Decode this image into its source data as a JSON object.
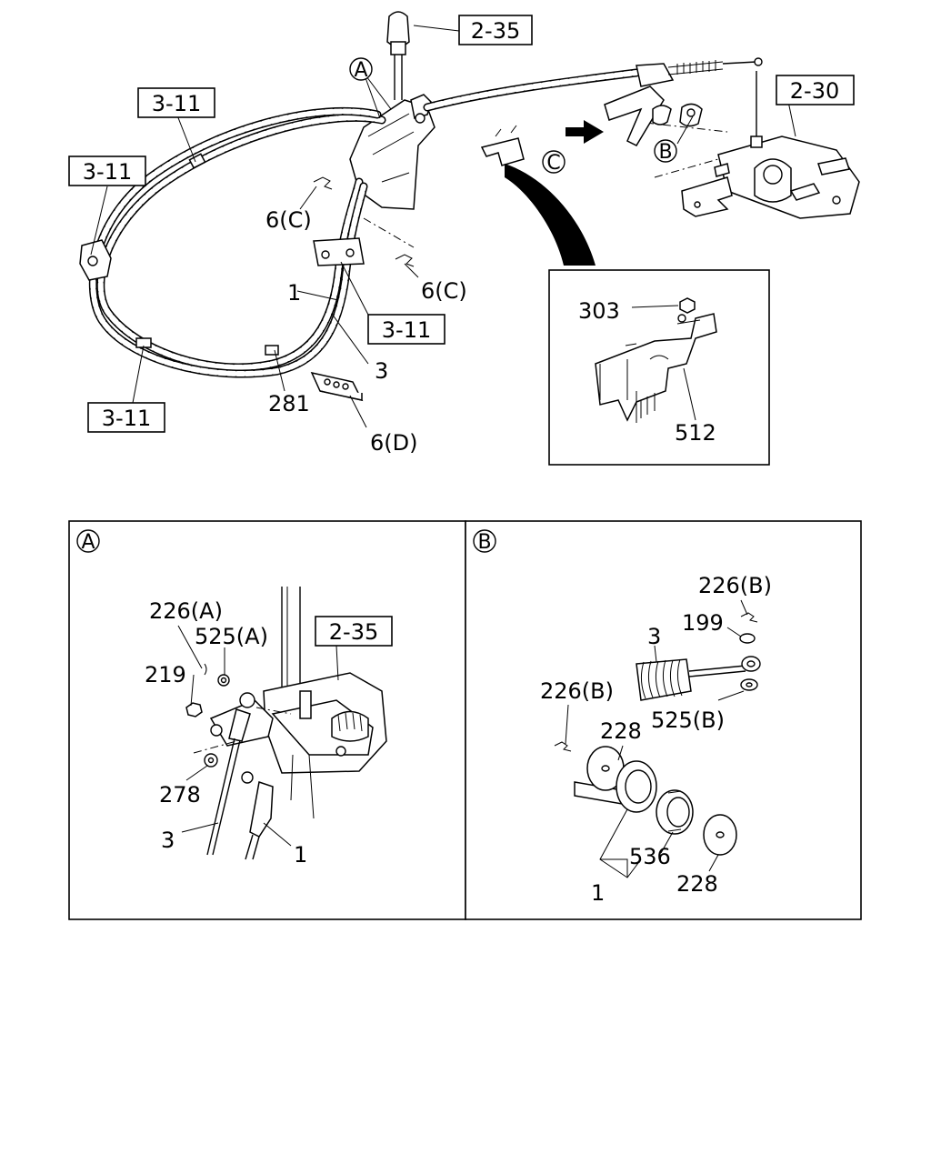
{
  "callouts": {
    "ref_2_35_top": "2-35",
    "ref_2_30": "2-30",
    "ref_3_11_top": "3-11",
    "ref_3_11_left": "3-11",
    "ref_3_11_mid": "3-11",
    "ref_3_11_bottom": "3-11",
    "ref_2_35_detail": "2-35"
  },
  "parts": {
    "p6c_a": "6(C)",
    "p6c_b": "6(C)",
    "p1": "1",
    "p3": "3",
    "p281": "281",
    "p6d": "6(D)",
    "p303": "303",
    "p512": "512"
  },
  "markers": {
    "a": "A",
    "b": "B",
    "c": "C"
  },
  "detail_a": {
    "marker": "A",
    "p226a": "226(A)",
    "p525a": "525(A)",
    "p219": "219",
    "p278": "278",
    "p3": "3",
    "p1": "1"
  },
  "detail_b": {
    "marker": "B",
    "p226b_top": "226(B)",
    "p199": "199",
    "p3": "3",
    "p226b_left": "226(B)",
    "p228_top": "228",
    "p525b": "525(B)",
    "p536": "536",
    "p228_bottom": "228",
    "p1": "1"
  }
}
